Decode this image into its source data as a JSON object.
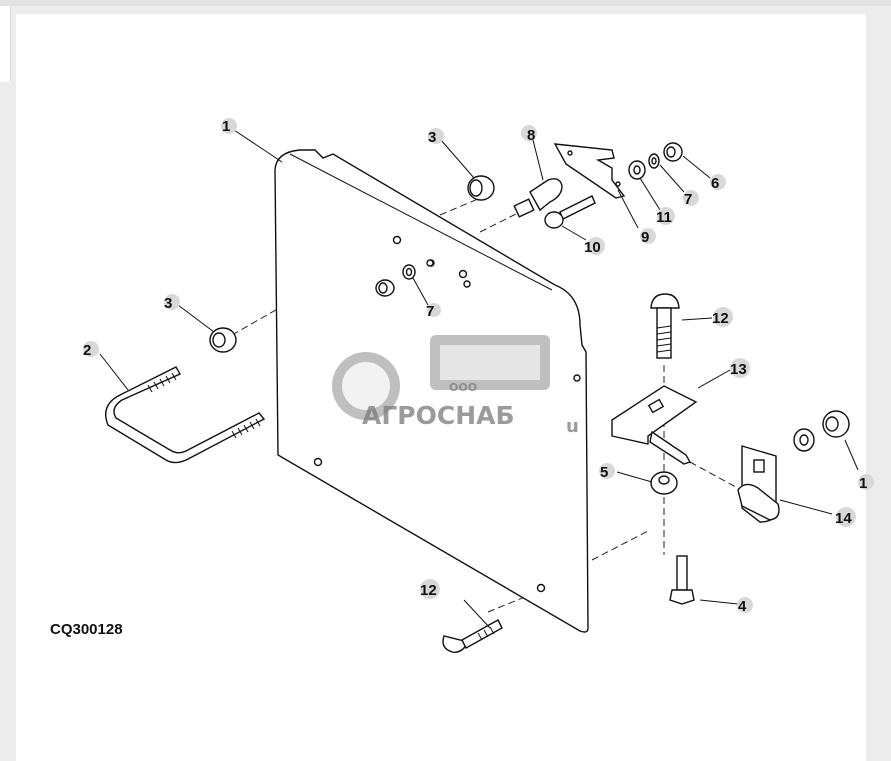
{
  "diagram": {
    "code": "CQ300128",
    "callouts": [
      "1",
      "2",
      "3",
      "3",
      "4",
      "5",
      "6",
      "7",
      "7",
      "8",
      "9",
      "10",
      "11",
      "12",
      "12",
      "13",
      "14",
      "1"
    ]
  },
  "watermark": {
    "small": "ООО",
    "name": "АГРОСНАБ",
    "suffix": "u"
  }
}
